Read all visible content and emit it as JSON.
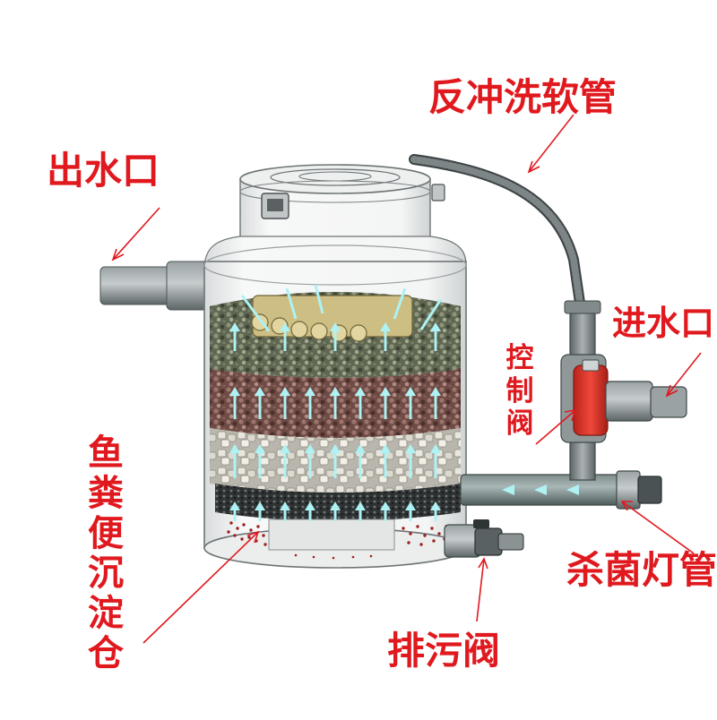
{
  "labels": {
    "backwash_hose": "反冲洗软管",
    "water_outlet": "出水口",
    "water_inlet": "进水口",
    "control_valve": "控制阀",
    "fish_waste_tank": "鱼粪便沉淀仓",
    "uv_lamp": "杀菌灯管",
    "drain_valve": "排污阀"
  },
  "colors": {
    "label_red": "#e0191e",
    "flow_arrow": "#aef2f4",
    "valve_red": "#e23a2c",
    "pipe_gray": "#7b8487"
  }
}
